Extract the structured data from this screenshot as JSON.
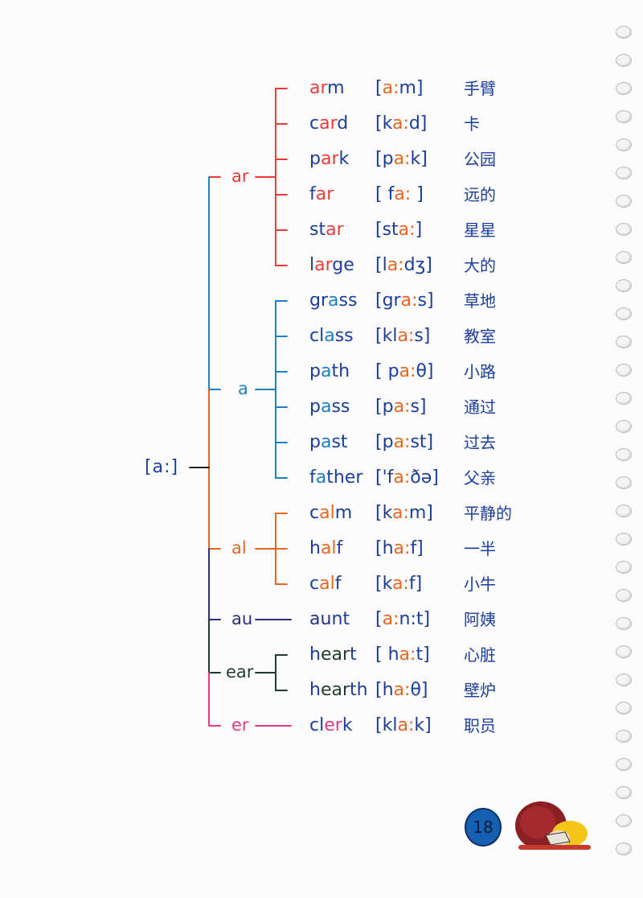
{
  "root": "[a:]",
  "colors": {
    "ar": "#e83b3e",
    "a": "#1d7fc6",
    "al": "#e8661f",
    "au": "#2a2f86",
    "ear": "#1f3d2c",
    "er": "#e53b86",
    "ink": "#1a3e9a"
  },
  "groups": [
    {
      "label": "ar",
      "color": "#e83b3e",
      "words": [
        {
          "pre": "",
          "hi": "ar",
          "post": "m",
          "ipa_pre": "[",
          "ipa_hi": "a:",
          "ipa_post": "m]",
          "zh": "手臂"
        },
        {
          "pre": "c",
          "hi": "ar",
          "post": "d",
          "ipa_pre": "[k",
          "ipa_hi": "a:",
          "ipa_post": "d]",
          "zh": "卡"
        },
        {
          "pre": "p",
          "hi": "ar",
          "post": "k",
          "ipa_pre": "[p",
          "ipa_hi": "a:",
          "ipa_post": "k]",
          "zh": "公园"
        },
        {
          "pre": "f",
          "hi": "ar",
          "post": "",
          "ipa_pre": "[ f",
          "ipa_hi": "a:",
          "ipa_post": " ]",
          "zh": "远的"
        },
        {
          "pre": "st",
          "hi": "ar",
          "post": "",
          "ipa_pre": "[st",
          "ipa_hi": "a:",
          "ipa_post": "]",
          "zh": "星星"
        },
        {
          "pre": "l",
          "hi": "ar",
          "post": "ge",
          "ipa_pre": "[l",
          "ipa_hi": "a:",
          "ipa_post": "dʒ]",
          "zh": "大的"
        }
      ]
    },
    {
      "label": "a",
      "color": "#1d7fc6",
      "words": [
        {
          "pre": "gr",
          "hi": "a",
          "post": "ss",
          "ipa_pre": "[gr",
          "ipa_hi": "a:",
          "ipa_post": "s]",
          "zh": "草地"
        },
        {
          "pre": "cl",
          "hi": "a",
          "post": "ss",
          "ipa_pre": "[kl",
          "ipa_hi": "a:",
          "ipa_post": "s]",
          "zh": "教室"
        },
        {
          "pre": "p",
          "hi": "a",
          "post": "th",
          "ipa_pre": "[ p",
          "ipa_hi": "a:",
          "ipa_post": "θ]",
          "zh": "小路"
        },
        {
          "pre": "p",
          "hi": "a",
          "post": "ss",
          "ipa_pre": "[p",
          "ipa_hi": "a:",
          "ipa_post": "s]",
          "zh": "通过"
        },
        {
          "pre": "p",
          "hi": "a",
          "post": "st",
          "ipa_pre": "[p",
          "ipa_hi": "a:",
          "ipa_post": "st]",
          "zh": "过去"
        },
        {
          "pre": "f",
          "hi": "a",
          "post": "ther",
          "ipa_pre": "['f",
          "ipa_hi": "a:",
          "ipa_post": "ðə]",
          "zh": "父亲"
        }
      ]
    },
    {
      "label": "al",
      "color": "#e8661f",
      "words": [
        {
          "pre": "c",
          "hi": "al",
          "post": "m",
          "ipa_pre": "[k",
          "ipa_hi": "a:",
          "ipa_post": "m]",
          "zh": "平静的"
        },
        {
          "pre": "h",
          "hi": "al",
          "post": "f",
          "ipa_pre": "[h",
          "ipa_hi": "a:",
          "ipa_post": "f]",
          "zh": "一半"
        },
        {
          "pre": "c",
          "hi": "al",
          "post": "f",
          "ipa_pre": "[k",
          "ipa_hi": "a:",
          "ipa_post": "f]",
          "zh": "小牛"
        }
      ]
    },
    {
      "label": "au",
      "color": "#2a2f86",
      "words": [
        {
          "pre": "",
          "hi": "au",
          "post": "nt",
          "ipa_pre": "[",
          "ipa_hi": "a:",
          "ipa_post": "n:t]",
          "zh": "阿姨"
        }
      ]
    },
    {
      "label": "ear",
      "color": "#1f3d2c",
      "words": [
        {
          "pre": "h",
          "hi": "ear",
          "post": "t",
          "ipa_pre": "[ h",
          "ipa_hi": "a:",
          "ipa_post": "t]",
          "zh": "心脏"
        },
        {
          "pre": "h",
          "hi": "ear",
          "post": "th",
          "ipa_pre": "[h",
          "ipa_hi": "a:",
          "ipa_post": "θ]",
          "zh": "壁炉"
        }
      ]
    },
    {
      "label": "er",
      "color": "#e53b86",
      "words": [
        {
          "pre": "cl",
          "hi": "er",
          "post": "k",
          "ipa_pre": "[kl",
          "ipa_hi": "a:",
          "ipa_post": "k]",
          "zh": "职员"
        }
      ]
    }
  ],
  "page_number": "18",
  "decoration": {
    "mascot": "sleeping-child-illustration"
  }
}
